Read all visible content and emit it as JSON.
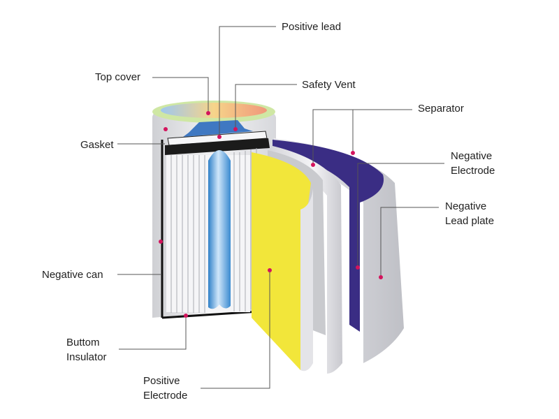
{
  "diagram": {
    "labels": {
      "positive_lead": "Positive lead",
      "top_cover": "Top cover",
      "safety_vent": "Safety Vent",
      "separator": "Separator",
      "gasket": "Gasket",
      "negative_electrode": [
        "Negative",
        "Electrode"
      ],
      "negative_lead_plate": [
        "Negative",
        "Lead plate"
      ],
      "negative_can": "Negative can",
      "bottom_insulator": [
        "Buttom",
        "Insulator"
      ],
      "positive_electrode": [
        "Positive",
        "Electrode"
      ]
    },
    "colors": {
      "positive_electrode": "#f2e63a",
      "negative_electrode": "#3a2d84",
      "separator": "#e6e6ea",
      "core": "#5aa6e0",
      "marker": "#d3145d",
      "leader": "#555555"
    }
  }
}
